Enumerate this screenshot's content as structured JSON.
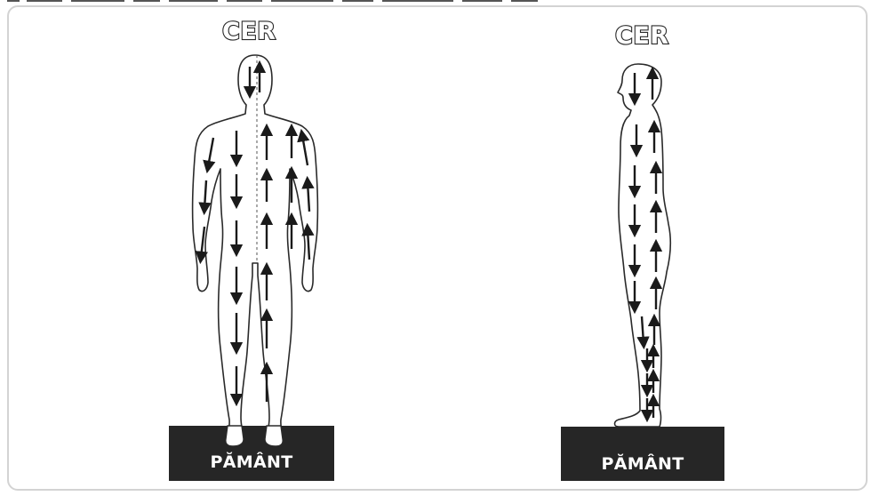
{
  "left_panel": {
    "sky_label": "CER",
    "ground_label": "PĂMÂNT"
  },
  "right_panel": {
    "sky_label": "CER",
    "ground_label": "PĂMÂNT"
  },
  "colors": {
    "ground_fill": "#262626",
    "outline": "#2a2a2a",
    "frame_border": "#d3d3d3"
  }
}
